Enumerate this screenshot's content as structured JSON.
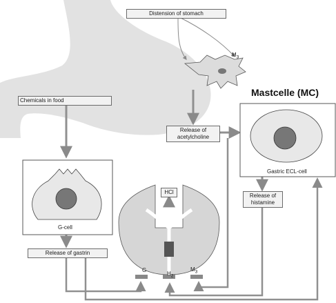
{
  "labels": {
    "distension": "Distension of stomach",
    "m3_top": "M",
    "m3_top_sub": "3",
    "mastcell_heading": "Mastcelle (MC)",
    "chemicals": "Chemicals in food",
    "ach_line1": "Release of",
    "ach_line2": "acetylcholine",
    "gcell": "G-cell",
    "ecl": "Gastric ECL-cell",
    "histamine_line1": "Release of",
    "histamine_line2": "histamine",
    "hcl": "HCl",
    "gastrin": "Release of gastrin",
    "receptor_g": "G",
    "receptor_h": "H",
    "receptor_h_sub": "2",
    "receptor_m": "M",
    "receptor_m_sub": "3"
  },
  "colors": {
    "stomach": "#e2e2e2",
    "arrow": "#909090",
    "label_fill": "#f2f2f2",
    "cell_fill": "#ececec",
    "gland_fill": "#d6d6d6"
  }
}
